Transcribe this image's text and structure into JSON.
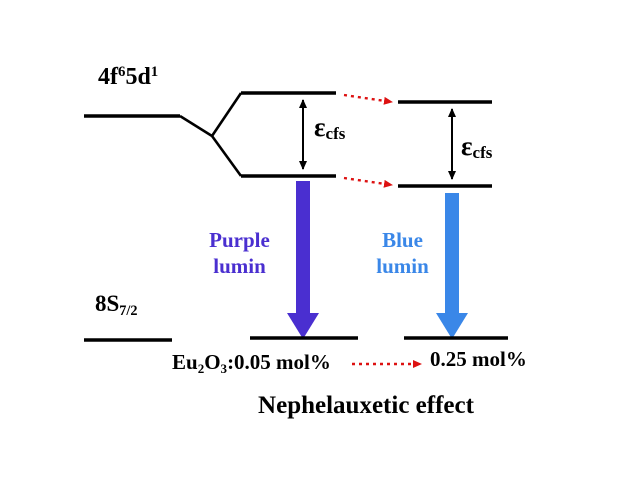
{
  "colors": {
    "purple": "#4a2fd0",
    "blue": "#3a87e8",
    "red": "#dd1111",
    "line": "#000000"
  },
  "labels": {
    "excited_state": {
      "b1": "4f",
      "s1": "6",
      "b2": "5d",
      "s2": "1"
    },
    "cfs_left": {
      "base": "ε",
      "sub": "cfs"
    },
    "cfs_right": {
      "base": "ε",
      "sub": "cfs"
    },
    "purple_lumin": {
      "line1": "Purple",
      "line2": "lumin"
    },
    "blue_lumin": {
      "line1": "Blue",
      "line2": "lumin"
    },
    "ground_state": {
      "base": "8S",
      "sub": "7/2"
    },
    "conc_left": {
      "p1": "Eu",
      "s1": "2",
      "p2": "O",
      "s2": "3",
      "p3": ":0.05 mol%"
    },
    "conc_right": "0.25 mol%",
    "title": "Nephelauxetic effect"
  }
}
